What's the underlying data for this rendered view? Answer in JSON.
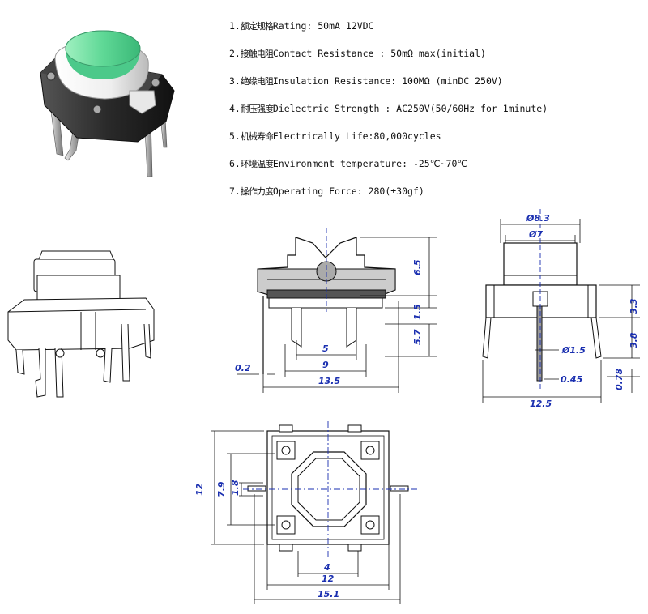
{
  "specs": [
    {
      "cn": "额定规格",
      "en": "Rating: 50mA 12VDC",
      "num": "1."
    },
    {
      "cn": "接触电阻",
      "en": "Contact Resistance : 50mΩ max(initial)",
      "num": "2."
    },
    {
      "cn": "绝缘电阻",
      "en": "Insulation Resistance: 100MΩ (minDC 250V)",
      "num": "3."
    },
    {
      "cn": "耐压强度",
      "en": "Dielectric Strength : AC250V(50/60Hz for 1minute)",
      "num": "4."
    },
    {
      "cn": "机械寿命",
      "en": "Electrically Life:80,000cycles",
      "num": "5."
    },
    {
      "cn": "环境温度",
      "en": "Environment temperature: -25℃~70℃",
      "num": "6."
    },
    {
      "cn": "操作力度",
      "en": "Operating Force: 280(±30gf)",
      "num": "7."
    }
  ],
  "dimensions": {
    "side": {
      "h_top": "6.5",
      "h_bottom": "5.7",
      "pin_h": "1.5",
      "pin_spacing": "5",
      "pin_outer": "9",
      "width": "13.5",
      "thickness": "0.2"
    },
    "front": {
      "cap_outer": "Ø8.3",
      "cap_inner": "Ø7",
      "h_body": "3.3",
      "h_pin": "3.8",
      "pin_dia": "Ø1.5",
      "pin_w": "0.45",
      "pin_t": "0.78",
      "width": "12.5"
    },
    "top": {
      "height": "12",
      "inner": "7.9",
      "small": "1.8",
      "pin_gap": "4",
      "body": "12",
      "total": "15.1"
    }
  },
  "colors": {
    "dimension_text": "#1a2fb0",
    "cap_green": "#6fe0a0"
  }
}
